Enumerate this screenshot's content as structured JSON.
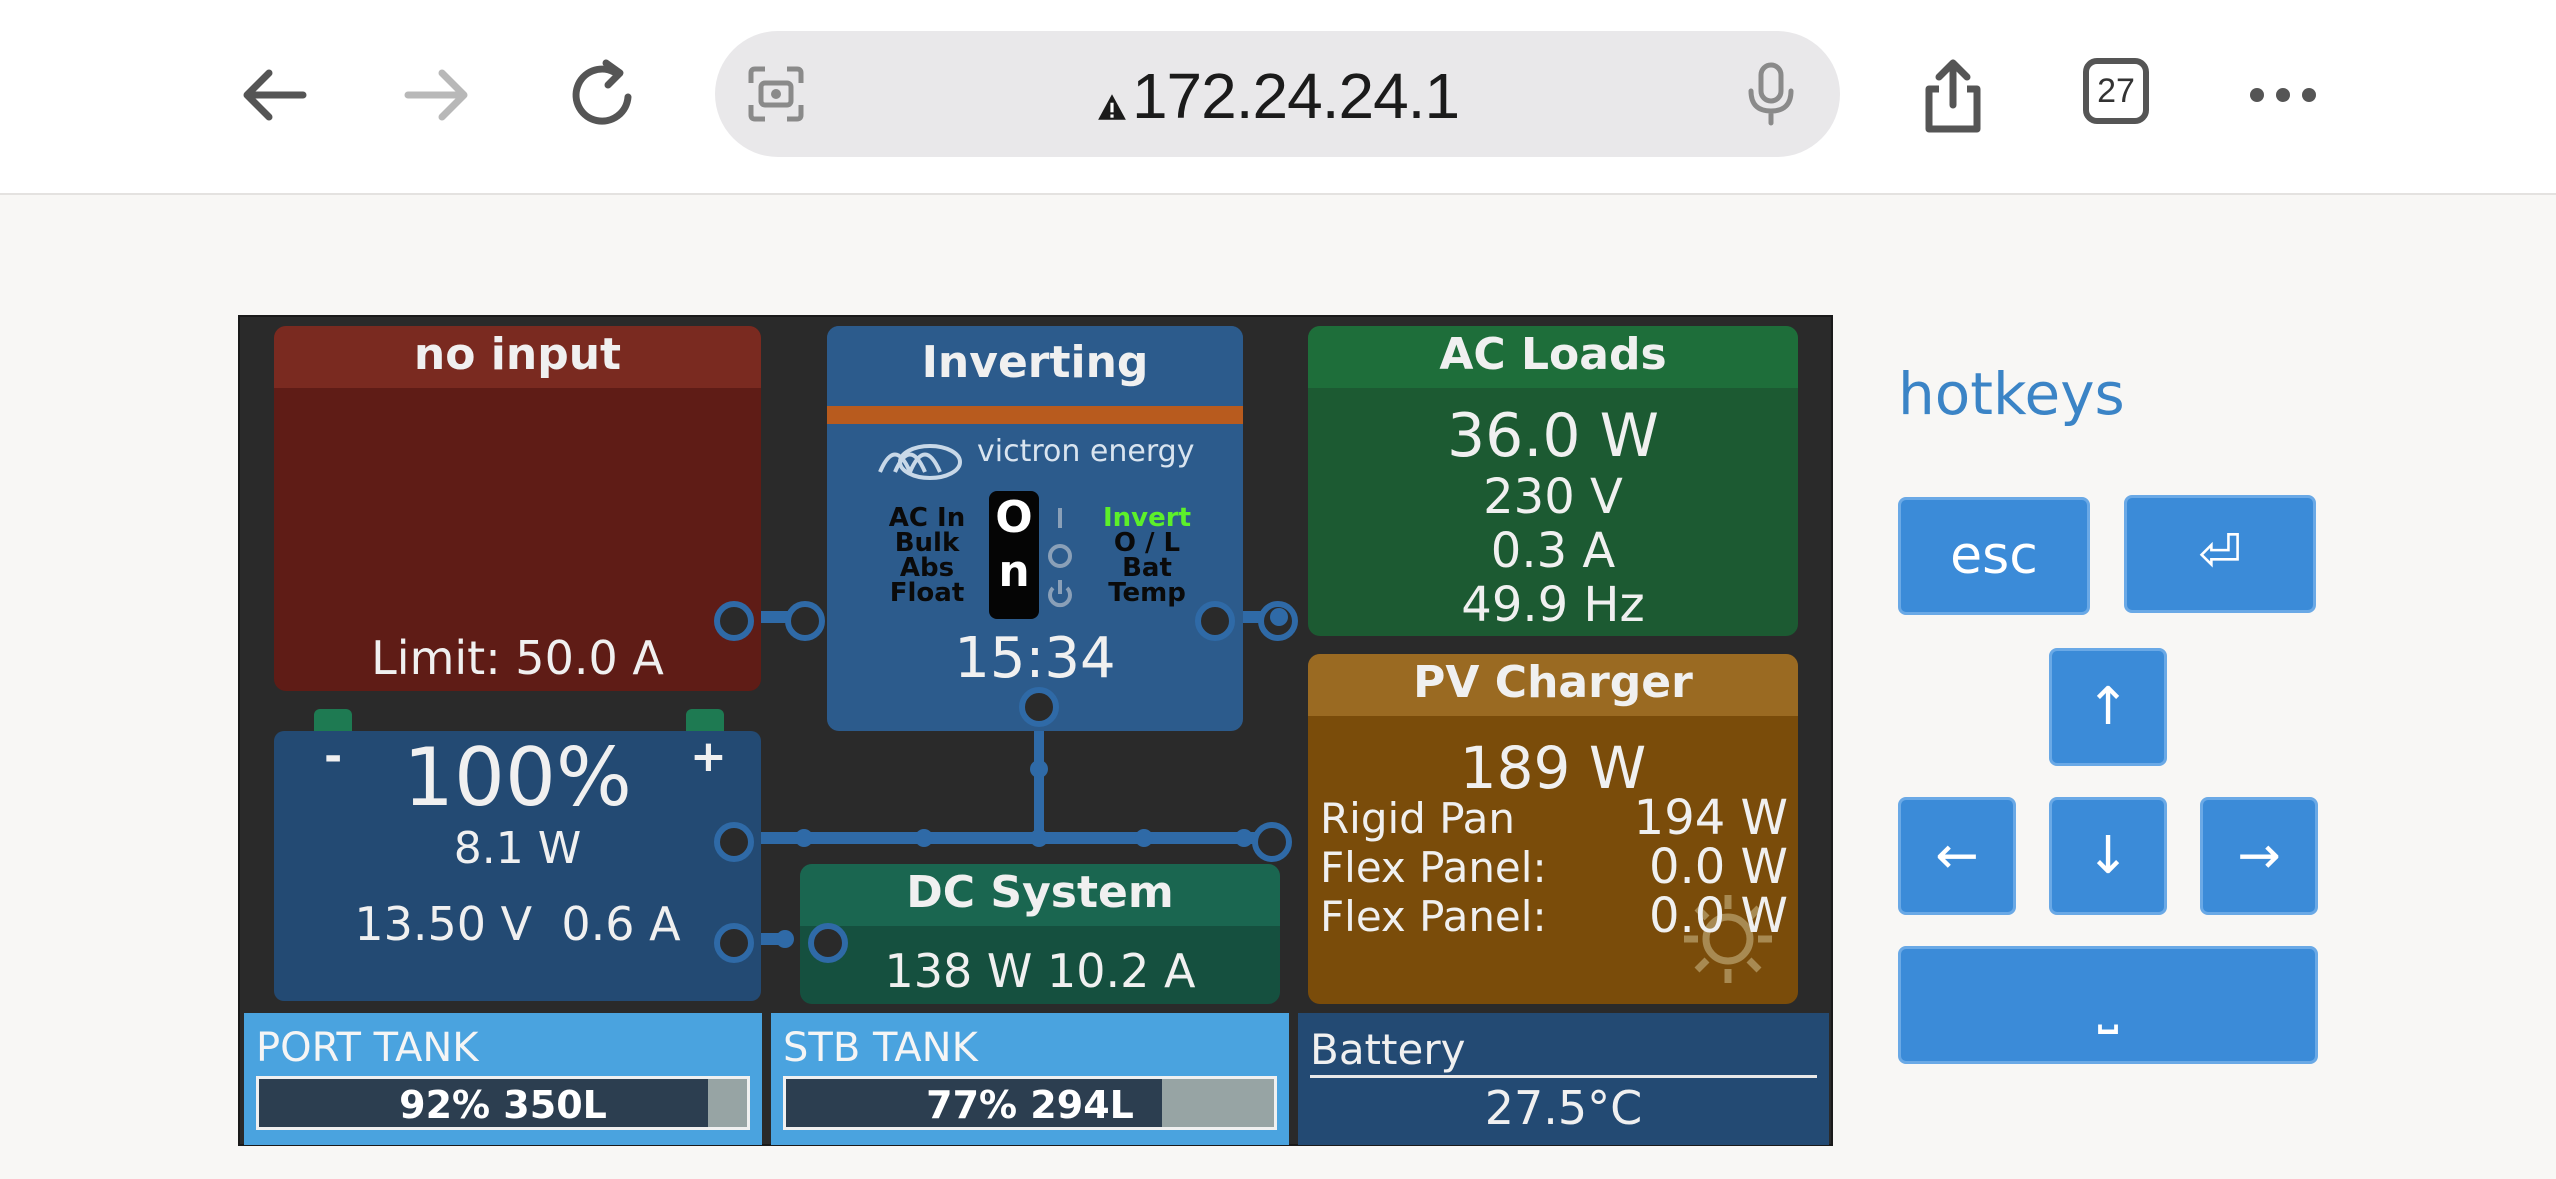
{
  "browser": {
    "url": "172.24.24.1",
    "tab_count": "27"
  },
  "ac_input": {
    "title": "no input",
    "limit": "Limit: 50.0 A"
  },
  "inverter": {
    "title": "Inverting",
    "brand": "victron energy",
    "left_states": [
      "AC In",
      "Bulk",
      "Abs",
      "Float"
    ],
    "switch_label_1": "O",
    "switch_label_2": "n",
    "right_states": [
      "Invert",
      "O / L",
      "Bat",
      "Temp"
    ],
    "time": "15:34"
  },
  "ac_loads": {
    "title": "AC Loads",
    "power": "36.0 W",
    "voltage": "230 V",
    "current": "0.3 A",
    "frequency": "49.9 Hz"
  },
  "battery": {
    "minus": "-",
    "plus": "+",
    "soc": "100%",
    "power": "8.1 W",
    "voltage_current": "13.50 V  0.6 A"
  },
  "dc_system": {
    "title": "DC System",
    "value": "138 W 10.2 A"
  },
  "pv_charger": {
    "title": "PV Charger",
    "power": "189 W",
    "rows": [
      {
        "name": "Rigid Pan",
        "value": "194 W"
      },
      {
        "name": "Flex Panel:",
        "value": "0.0 W"
      },
      {
        "name": "Flex Panel:",
        "value": "0.0 W"
      }
    ]
  },
  "tanks": [
    {
      "label": "PORT TANK",
      "value": "92% 350L",
      "level": 92
    },
    {
      "label": "STB TANK",
      "value": "77% 294L",
      "level": 77
    }
  ],
  "temperature": {
    "label": "Battery",
    "value": "27.5°C"
  },
  "hotkeys": {
    "title": "hotkeys",
    "esc": "esc",
    "enter": "⏎",
    "up": "↑",
    "left": "←",
    "down": "↓",
    "right": "→",
    "space": "⎵"
  },
  "colors": {
    "ac_input": "#6b1f17",
    "inverter": "#2c5b8c",
    "ac_loads": "#1e6e3a",
    "battery": "#234a73",
    "dc_system": "#1a5e4b",
    "pv_charger": "#a36a10",
    "tank": "#4aa3df",
    "temperature": "#234a73"
  }
}
